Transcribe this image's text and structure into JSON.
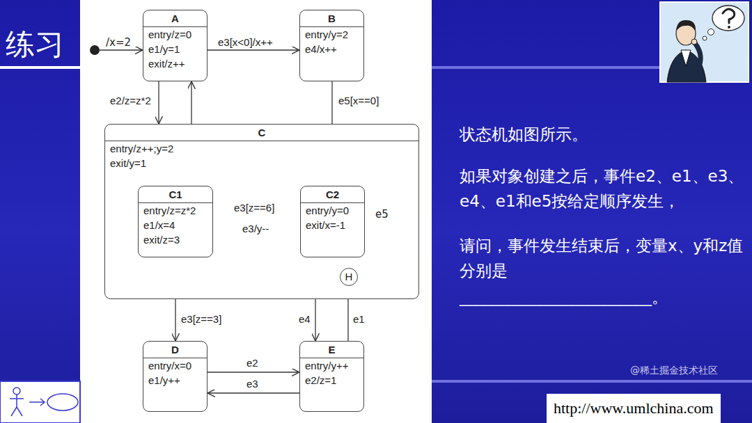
{
  "diagram": {
    "title": "练习",
    "nodes": [
      {
        "text": [
          "A",
          "entry/z=0",
          "e1/y=1",
          "exit/z++"
        ]
      },
      {
        "text": [
          "B",
          "entry/y=2",
          "e4/x++"
        ]
      },
      {
        "text": [
          "C",
          "entry/z++;y=2",
          "exit/y=1"
        ]
      },
      {
        "text": [
          "C1",
          "entry/z=z*2",
          "e1/x=4",
          "exit/z=3"
        ],
        "in": 2
      },
      {
        "text": [
          "C2",
          "entry/y=0",
          "exit/x=-1"
        ],
        "in": 2
      },
      {
        "text": [
          "H"
        ],
        "in": 2
      },
      {
        "text": [
          "D",
          "entry/x=0",
          "e1/y++"
        ]
      },
      {
        "text": [
          "E",
          "entry/y++",
          "e2/z=1"
        ]
      }
    ],
    "edges": [
      {
        "from": 0,
        "to": 1,
        "label": "e3[x<0]/x++",
        "arrow": "to"
      },
      {
        "from": 0,
        "to": 2,
        "label": "e2/z=z*2",
        "arrow": "to"
      },
      {
        "from": 2,
        "to": 0,
        "arrow": "to"
      },
      {
        "from": 1,
        "to": 4,
        "label": "e5[x==0]",
        "arrow": "to"
      },
      {
        "from": 3,
        "to": 4,
        "label": "e3[z==6]",
        "arrow": "to"
      },
      {
        "from": 4,
        "to": 3,
        "label": "e3/y--",
        "arrow": "to"
      },
      {
        "from": 3,
        "to": 6,
        "label": "e3[z==3]",
        "arrow": "to"
      },
      {
        "from": 4,
        "to": 7,
        "label": "e4",
        "arrow": "to"
      },
      {
        "from": 7,
        "to": 5,
        "label": "e1",
        "arrow": "to"
      },
      {
        "from": 6,
        "to": 7,
        "label": "e2",
        "arrow": "to"
      },
      {
        "from": 7,
        "to": 6,
        "label": "e3",
        "arrow": "to"
      },
      {
        "from": 5,
        "to": 2,
        "arrow": "to"
      }
    ],
    "labels": [
      "/x=2",
      "e5",
      "状态机如图所示。",
      "如果对象创建之后，事件e2、e1、e3、e4、e1和e5按给定顺序发生，",
      "请问，事件发生结束后，变量x、y和z值分别是",
      "________________________。",
      "http://www.umlchina.com",
      "@稀土掘金技术社区"
    ]
  }
}
